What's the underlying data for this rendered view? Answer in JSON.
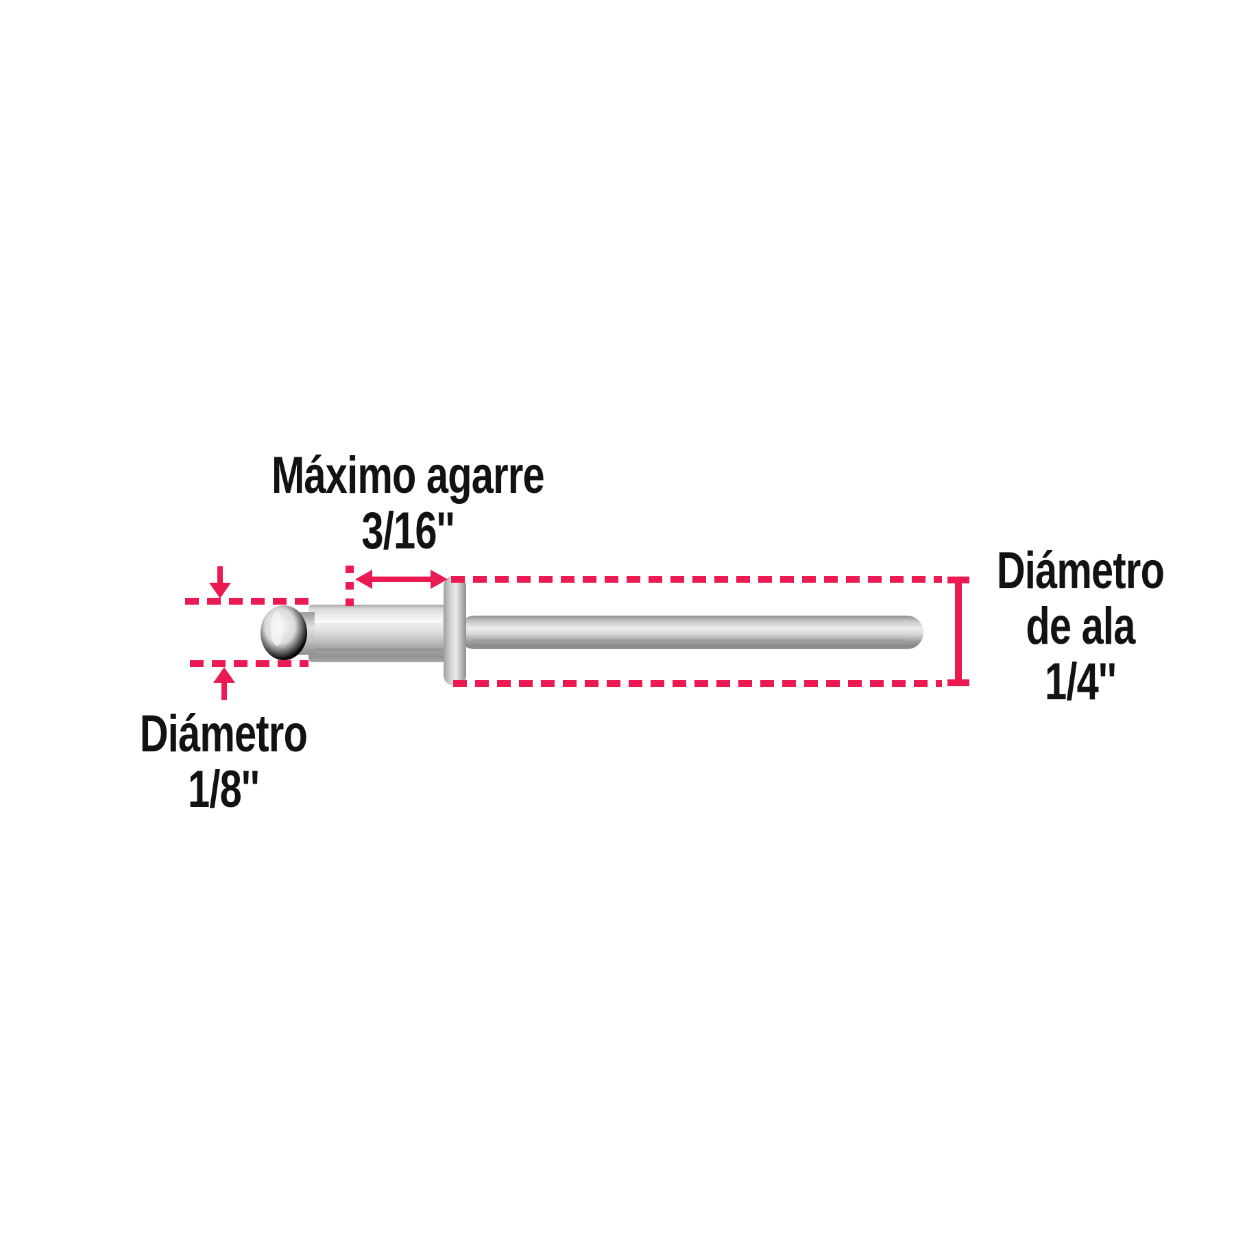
{
  "page": {
    "type": "product-dimension-diagram",
    "background": "#ffffff",
    "accent_color": "#EC1A52",
    "text_color": "#121212"
  },
  "labels": {
    "max_grip": {
      "line1": "Máximo agarre",
      "line2": "3/16''"
    },
    "flange_diameter": {
      "line1": "Diámetro",
      "line2": "de ala",
      "line3": "1/4''"
    },
    "body_diameter": {
      "line1": "Diámetro",
      "line2": "1/8''"
    }
  }
}
